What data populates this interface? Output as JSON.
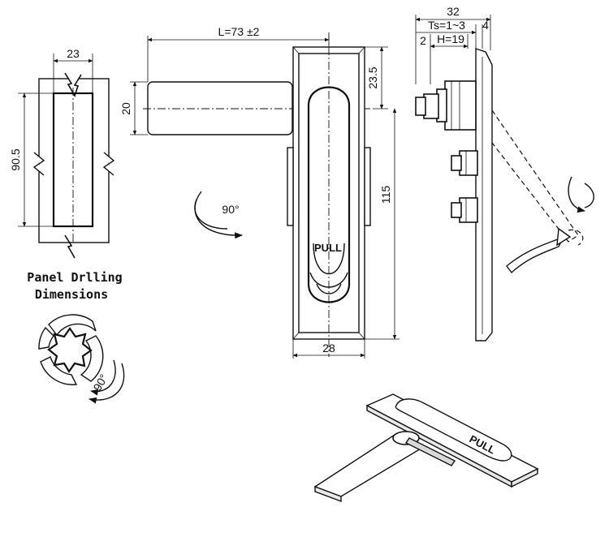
{
  "labels": {
    "handle_length": "L=73 ±2",
    "top_offset": "23.5",
    "handle_height": "20",
    "body_height": "115",
    "body_width": "28",
    "handle_label": "PULL",
    "rotation_main": "90°",
    "rotation_panel": "90°",
    "cutout_width": "23",
    "cutout_height": "90.5",
    "panel_caption_line1": "Panel Drlling",
    "panel_caption_line2": "Dimensions",
    "side_total": "32",
    "side_thickness": "Ts=1~3",
    "side_right": "4",
    "side_left": "2",
    "side_h": "H=19",
    "iso_label": "PULL"
  }
}
